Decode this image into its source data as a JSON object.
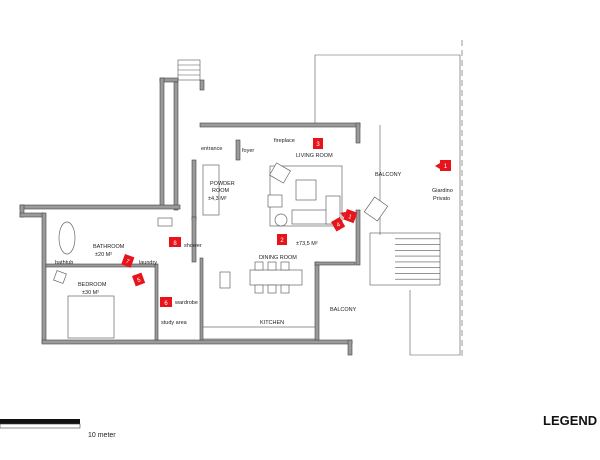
{
  "rooms": {
    "living_room": "LIVING ROOM",
    "living_area": "±73,5 M²",
    "dining_room": "DINING ROOM",
    "kitchen": "KITCHEN",
    "balcony_main": "BALCONY",
    "balcony_lower": "BALCONY",
    "garden_line1": "Giardino",
    "garden_line2": "Privato",
    "fireplace": "fireplace",
    "entrance": "entrance",
    "foyer": "foyer",
    "powder_line1": "POWDER",
    "powder_line2": "ROOM",
    "powder_area": "±4,3 M²",
    "bathroom": "BATHROOM",
    "bathroom_area": "±20 M²",
    "bathtub": "bathtub",
    "shower": "shower",
    "laundry": "laundry",
    "bedroom": "BEDROOM",
    "bedroom_area": "±30 M²",
    "wardrobe": "wardrobe",
    "study_area": "study area"
  },
  "markers": [
    {
      "number": "1",
      "label": "1"
    },
    {
      "number": "1",
      "label": "1"
    },
    {
      "number": "2",
      "label": "2"
    },
    {
      "number": "3",
      "label": "3"
    },
    {
      "number": "4",
      "label": "4"
    },
    {
      "number": "5",
      "label": "5"
    },
    {
      "number": "6",
      "label": "6"
    },
    {
      "number": "7",
      "label": "7"
    },
    {
      "number": "8",
      "label": "8"
    }
  ],
  "scale": {
    "label": "10 meter"
  },
  "legend": {
    "title": "LEGEND"
  },
  "colors": {
    "marker": "#e8141b",
    "wall": "#9a9a9a"
  }
}
